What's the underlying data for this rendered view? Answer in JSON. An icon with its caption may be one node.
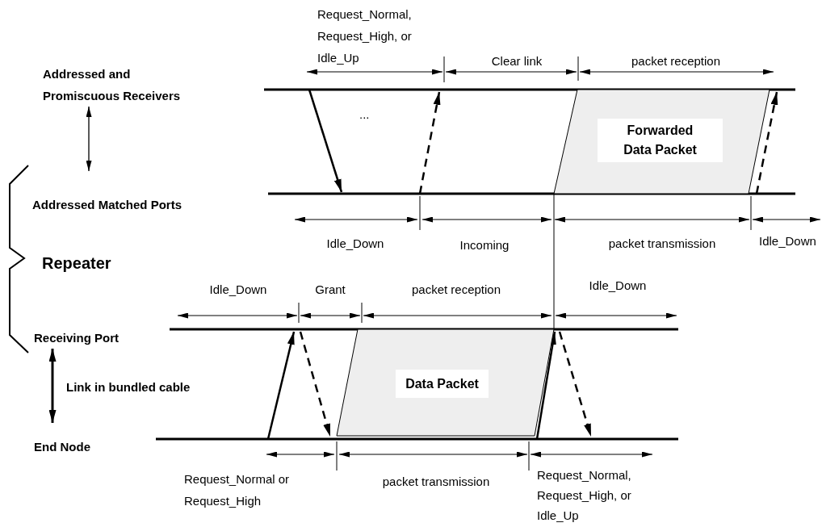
{
  "diagram": {
    "nodes": [
      {
        "text": [
          "Forwarded Data Packet"
        ]
      },
      {
        "text": [
          "Data Packet"
        ]
      }
    ],
    "edges": [
      {
        "from": 0,
        "to": 1,
        "arrow": "none"
      }
    ],
    "labels": [
      "Request_Normal, Request_High, or Idle_Up",
      "Clear link",
      "packet reception",
      "Addressed and Promiscuous Receivers",
      "...",
      "Addressed Matched Ports",
      "Idle_Down",
      "Incoming",
      "packet transmission",
      "Idle_Down",
      "Repeater",
      "Idle_Down",
      "Grant",
      "packet reception",
      "Idle_Down",
      "Receiving Port",
      "Link in bundled cable",
      "End Node",
      "Request_Normal or Request_High",
      "packet transmission",
      "Request_Normal, Request_High, or Idle_Up"
    ]
  }
}
